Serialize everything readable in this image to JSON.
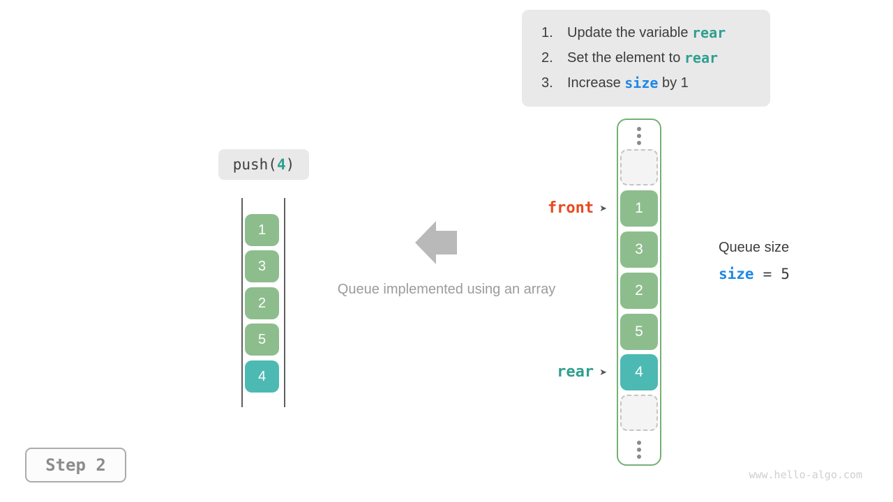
{
  "instructions": {
    "items": [
      {
        "num": "1.",
        "pre": "Update the variable ",
        "code": "rear",
        "post": ""
      },
      {
        "num": "2.",
        "pre": "Set the element to ",
        "code": "rear",
        "post": ""
      },
      {
        "num": "3.",
        "pre": "Increase ",
        "code": "size",
        "post": " by 1"
      }
    ]
  },
  "operation": {
    "fn": "push(",
    "arg": "4",
    "close": ")"
  },
  "left_stack": {
    "values": [
      "1",
      "3",
      "2",
      "5",
      "4"
    ],
    "highlight_value": "4"
  },
  "right_array": {
    "cells": [
      "1",
      "3",
      "2",
      "5",
      "4"
    ],
    "highlight_value": "4",
    "top_ellipsis_icon": "vertical-ellipsis",
    "bottom_ellipsis_icon": "vertical-ellipsis",
    "empty_slots": 2
  },
  "pointers": {
    "front_label": "front",
    "rear_label": "rear",
    "arrow_glyph": "➤"
  },
  "queue_size": {
    "title": "Queue size",
    "variable": "size",
    "equals": "=",
    "value": "5"
  },
  "caption": "Queue implemented using an array",
  "step_badge": "Step 2",
  "watermark": "www.hello-algo.com",
  "colors": {
    "cell_green": "#8dbd8d",
    "cell_teal": "#4cbab3",
    "front_orange": "#e8491f",
    "rear_teal": "#2f9e8f",
    "size_blue": "#1e88e5",
    "box_gray": "#e9e9e9",
    "arrow_gray": "#b9b9b9",
    "border_green": "#74b174"
  }
}
